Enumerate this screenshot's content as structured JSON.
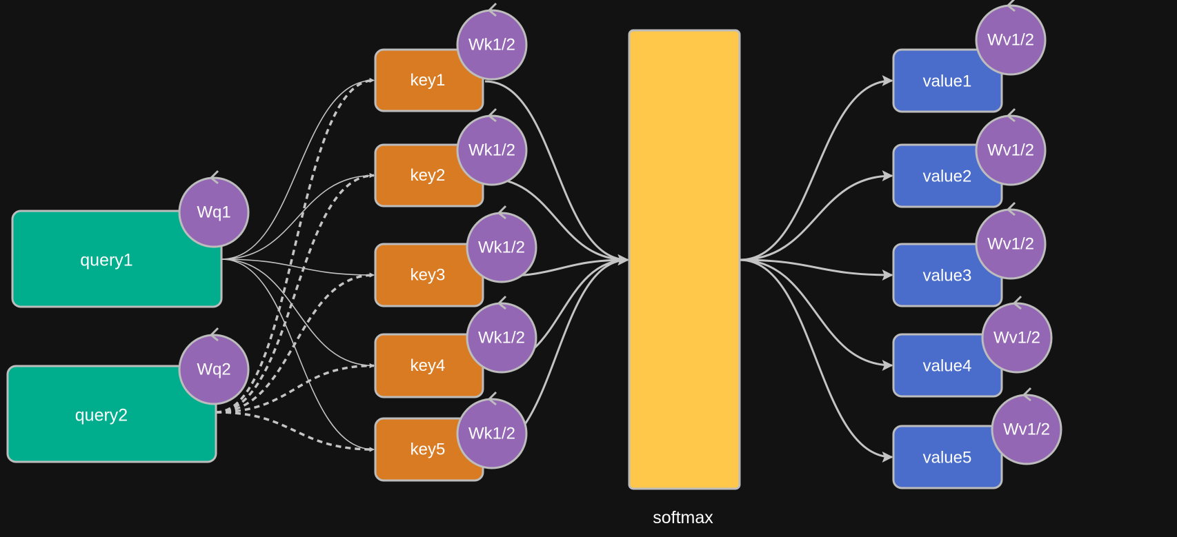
{
  "colors": {
    "background": "#121212",
    "query": "#00AE8E",
    "key": "#D87B23",
    "softmax": "#FFC84A",
    "value": "#4A6DCB",
    "weight": "#9467B4",
    "edge": "#C4C4C4",
    "border": "#BDBDBD"
  },
  "queries": [
    {
      "label": "query1",
      "weight": "Wq1"
    },
    {
      "label": "query2",
      "weight": "Wq2"
    }
  ],
  "keys": [
    {
      "label": "key1",
      "weight": "Wk1/2"
    },
    {
      "label": "key2",
      "weight": "Wk1/2"
    },
    {
      "label": "key3",
      "weight": "Wk1/2"
    },
    {
      "label": "key4",
      "weight": "Wk1/2"
    },
    {
      "label": "key5",
      "weight": "Wk1/2"
    }
  ],
  "softmax": {
    "label": "softmax"
  },
  "values": [
    {
      "label": "value1",
      "weight": "Wv1/2"
    },
    {
      "label": "value2",
      "weight": "Wv1/2"
    },
    {
      "label": "value3",
      "weight": "Wv1/2"
    },
    {
      "label": "value4",
      "weight": "Wv1/2"
    },
    {
      "label": "value5",
      "weight": "Wv1/2"
    }
  ]
}
